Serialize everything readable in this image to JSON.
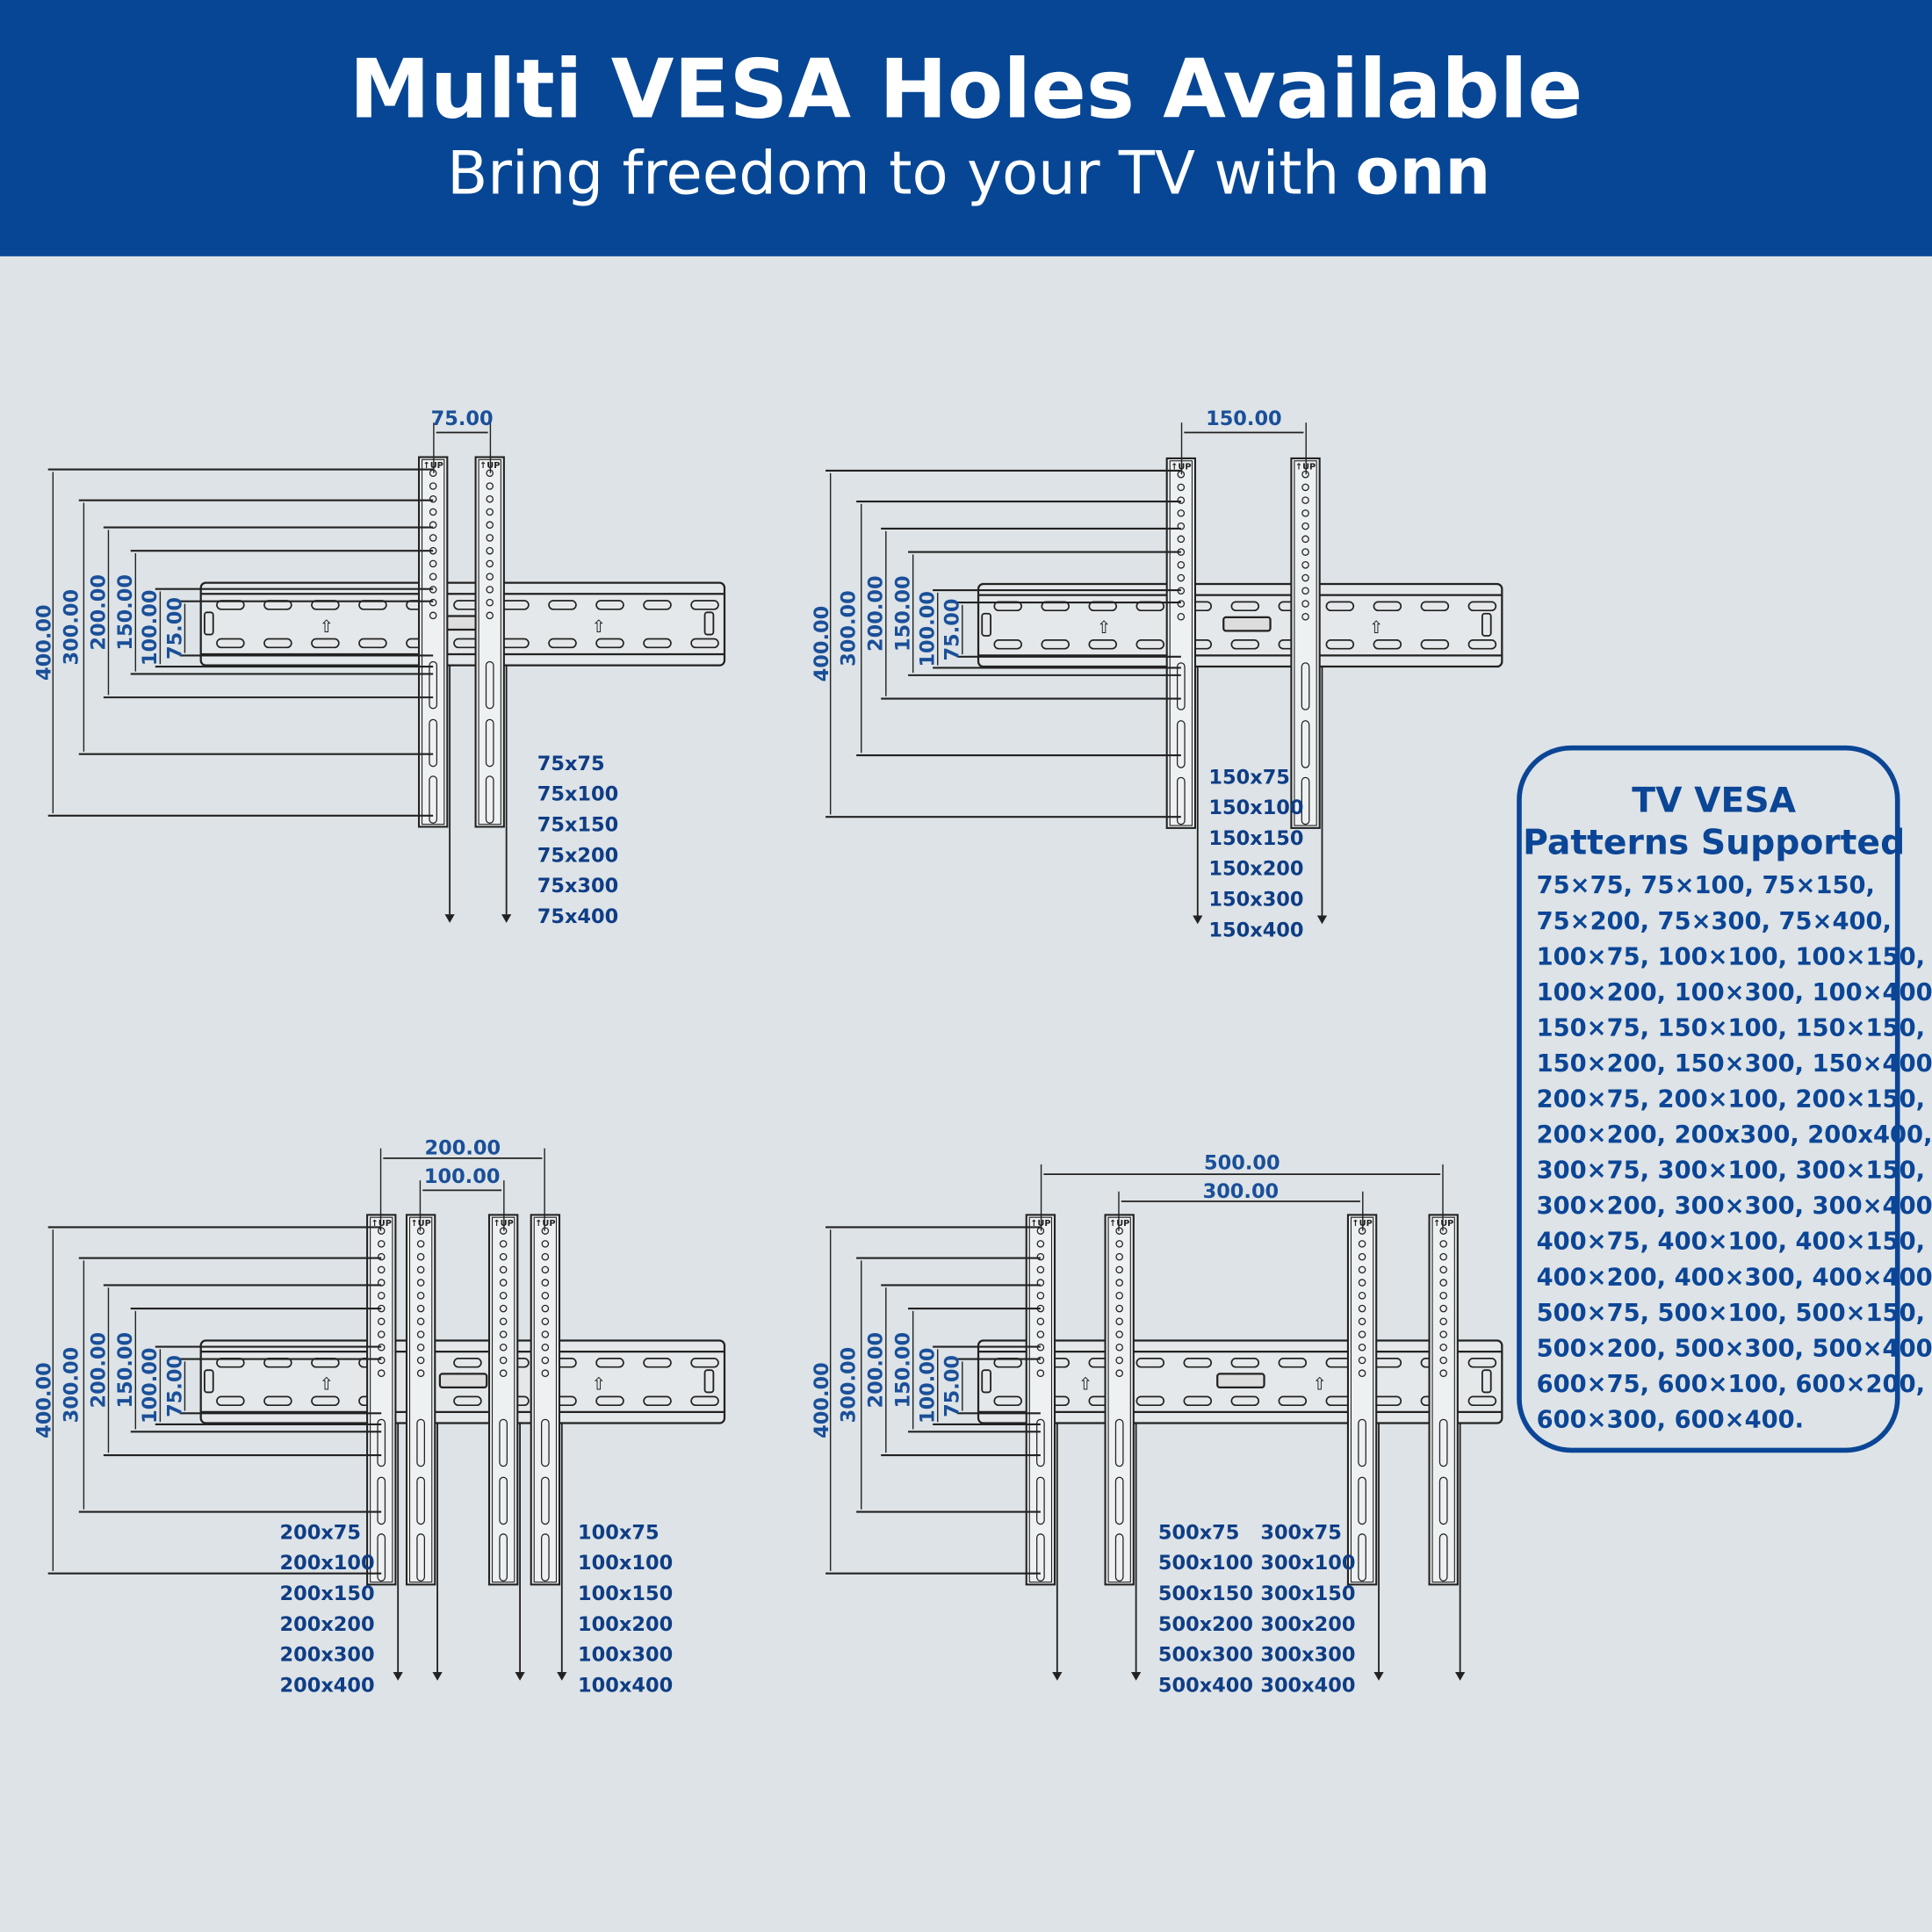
{
  "header": {
    "title": "Multi VESA Holes Available",
    "subtitle": "Bring freedom to your TV with",
    "logo": "onn"
  },
  "bracket_label": "UP",
  "diagrams": [
    {
      "name": "diagram-75",
      "top_dims": [
        "75.00"
      ],
      "side_dims": [
        "400.00",
        "300.00",
        "200.00",
        "150.00",
        "100.00",
        "75.00"
      ],
      "pattern_columns": [
        [
          "75x75",
          "75x100",
          "75x150",
          "75x200",
          "75x300",
          "75x400"
        ]
      ]
    },
    {
      "name": "diagram-150",
      "top_dims": [
        "150.00"
      ],
      "side_dims": [
        "400.00",
        "300.00",
        "200.00",
        "150.00",
        "100.00",
        "75.00"
      ],
      "pattern_columns": [
        [
          "150x75",
          "150x100",
          "150x150",
          "150x200",
          "150x300",
          "150x400"
        ]
      ]
    },
    {
      "name": "diagram-200-100",
      "top_dims": [
        "200.00",
        "100.00"
      ],
      "side_dims": [
        "400.00",
        "300.00",
        "200.00",
        "150.00",
        "100.00",
        "75.00"
      ],
      "pattern_columns": [
        [
          "200x75",
          "200x100",
          "200x150",
          "200x200",
          "200x300",
          "200x400"
        ],
        [
          "100x75",
          "100x100",
          "100x150",
          "100x200",
          "100x300",
          "100x400"
        ]
      ]
    },
    {
      "name": "diagram-500-300",
      "top_dims": [
        "500.00",
        "300.00"
      ],
      "side_dims": [
        "400.00",
        "300.00",
        "200.00",
        "150.00",
        "100.00",
        "75.00"
      ],
      "pattern_columns": [
        [
          "500x75",
          "500x100",
          "500x150",
          "500x200",
          "500x300",
          "500x400"
        ],
        [
          "300x75",
          "300x100",
          "300x150",
          "300x200",
          "300x300",
          "300x400"
        ]
      ]
    }
  ],
  "supported_box": {
    "title_line1": "TV VESA",
    "title_line2": "Patterns Supported",
    "lines": [
      "75×75, 75×100, 75×150,",
      "75×200, 75×300, 75×400,",
      "100×75, 100×100, 100×150,",
      "100×200, 100×300, 100×400,",
      "150×75, 150×100, 150×150,",
      "150×200, 150×300, 150×400,",
      "200×75, 200×100, 200×150,",
      "200×200, 200x300, 200x400,",
      "300×75, 300×100, 300×150,",
      "300×200, 300×300, 300×400,",
      "400×75, 400×100, 400×150,",
      "400×200, 400×300, 400×400,",
      "500×75, 500×100, 500×150,",
      "500×200, 500×300, 500×400,",
      "600×75, 600×100, 600×200,",
      "600×300, 600×400."
    ]
  },
  "colors": {
    "header_bg": "#064695",
    "page_bg": "#dde3e6",
    "accent_text": "#0b4596"
  }
}
